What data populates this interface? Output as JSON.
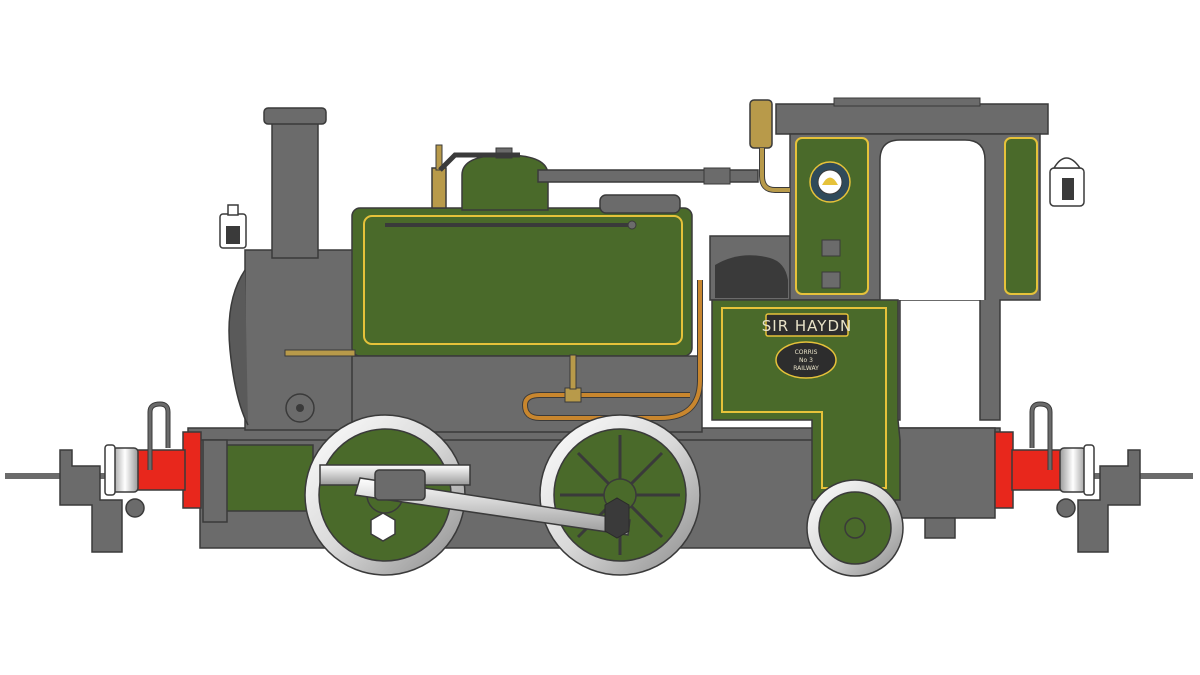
{
  "nameplate": {
    "text": "SIR HAYDN"
  },
  "worksplate": {
    "line1": "CORRIS",
    "line2": "No 3",
    "line3": "RAILWAY"
  },
  "colors": {
    "livery_green": "#4a6a2a",
    "lining_yellow": "#e6c23a",
    "body_grey": "#6b6b6b",
    "buffer_beam_red": "#e8271c",
    "brass": "#b89a4a",
    "copper_pipe": "#c8862e"
  }
}
